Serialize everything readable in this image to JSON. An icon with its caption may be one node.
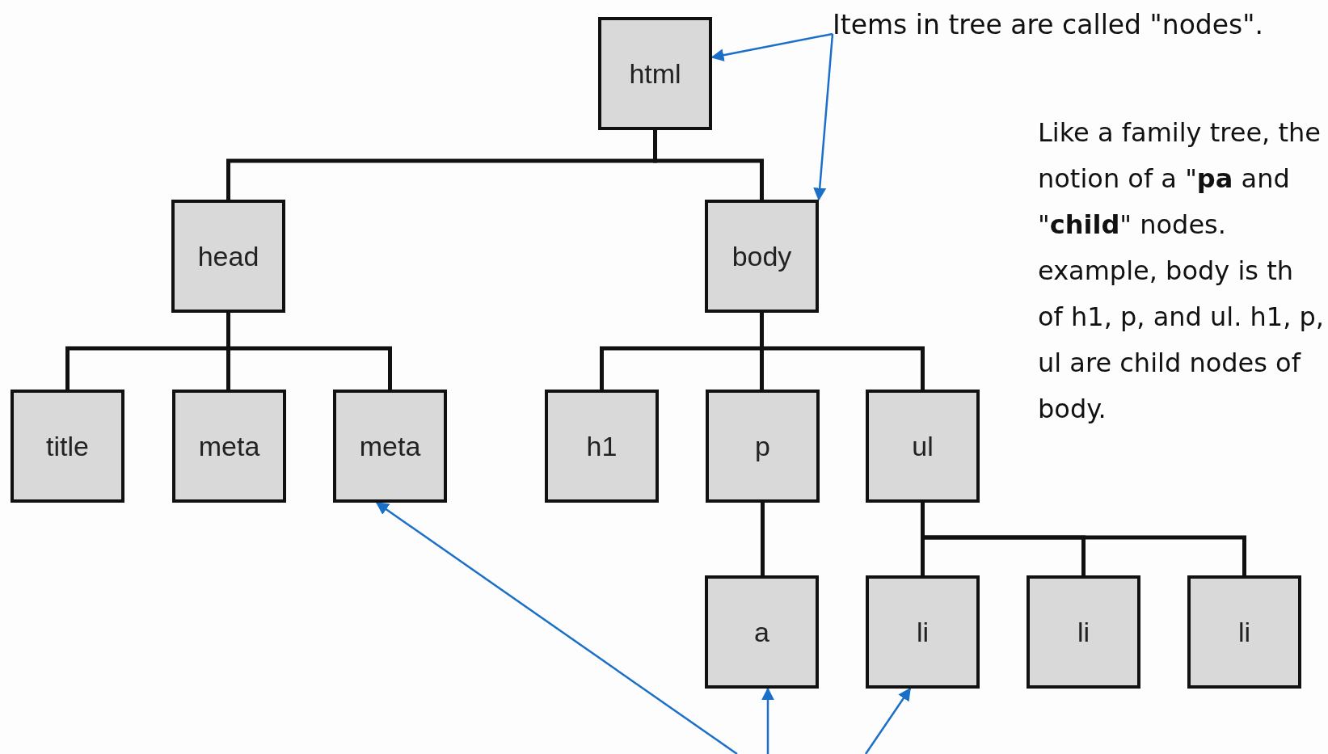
{
  "diagram": {
    "nodes": [
      {
        "text": [
          "html"
        ]
      },
      {
        "text": [
          "head"
        ]
      },
      {
        "text": [
          "body"
        ]
      },
      {
        "text": [
          "title"
        ]
      },
      {
        "text": [
          "meta"
        ]
      },
      {
        "text": [
          "meta"
        ]
      },
      {
        "text": [
          "h1"
        ]
      },
      {
        "text": [
          "p"
        ]
      },
      {
        "text": [
          "ul"
        ]
      },
      {
        "text": [
          "a"
        ]
      },
      {
        "text": [
          "li"
        ]
      },
      {
        "text": [
          "li"
        ]
      },
      {
        "text": [
          "li"
        ]
      },
      {
        "text": [
          "Items in tree are called \"nodes\"."
        ]
      }
    ],
    "edges": [
      {
        "from": 0,
        "to": 1,
        "arrow": "none"
      },
      {
        "from": 0,
        "to": 2,
        "arrow": "none"
      },
      {
        "from": 1,
        "to": 3,
        "arrow": "none"
      },
      {
        "from": 1,
        "to": 4,
        "arrow": "none"
      },
      {
        "from": 1,
        "to": 5,
        "arrow": "none"
      },
      {
        "from": 2,
        "to": 6,
        "arrow": "none"
      },
      {
        "from": 2,
        "to": 7,
        "arrow": "none"
      },
      {
        "from": 2,
        "to": 8,
        "arrow": "none"
      },
      {
        "from": 7,
        "to": 9,
        "arrow": "none"
      },
      {
        "from": 8,
        "to": 10,
        "arrow": "none"
      },
      {
        "from": 8,
        "to": 11,
        "arrow": "none"
      },
      {
        "from": 8,
        "to": 12,
        "arrow": "none"
      },
      {
        "from": 13,
        "to": 0,
        "arrow": "to",
        "color": "#1a6fc9"
      },
      {
        "from": 13,
        "to": 2,
        "arrow": "to",
        "color": "#1a6fc9"
      },
      {
        "from": null,
        "to": 5,
        "arrow": "to",
        "color": "#1a6fc9"
      },
      {
        "from": null,
        "to": 9,
        "arrow": "to",
        "color": "#1a6fc9"
      },
      {
        "from": null,
        "to": 10,
        "arrow": "to",
        "color": "#1a6fc9"
      }
    ],
    "labels": [
      "Like a family tree, the notion of a \"**pa** and \"**child**\" nodes. example, body is th of h1, p,  and ul. h1, p, ul are child nodes of body."
    ]
  }
}
